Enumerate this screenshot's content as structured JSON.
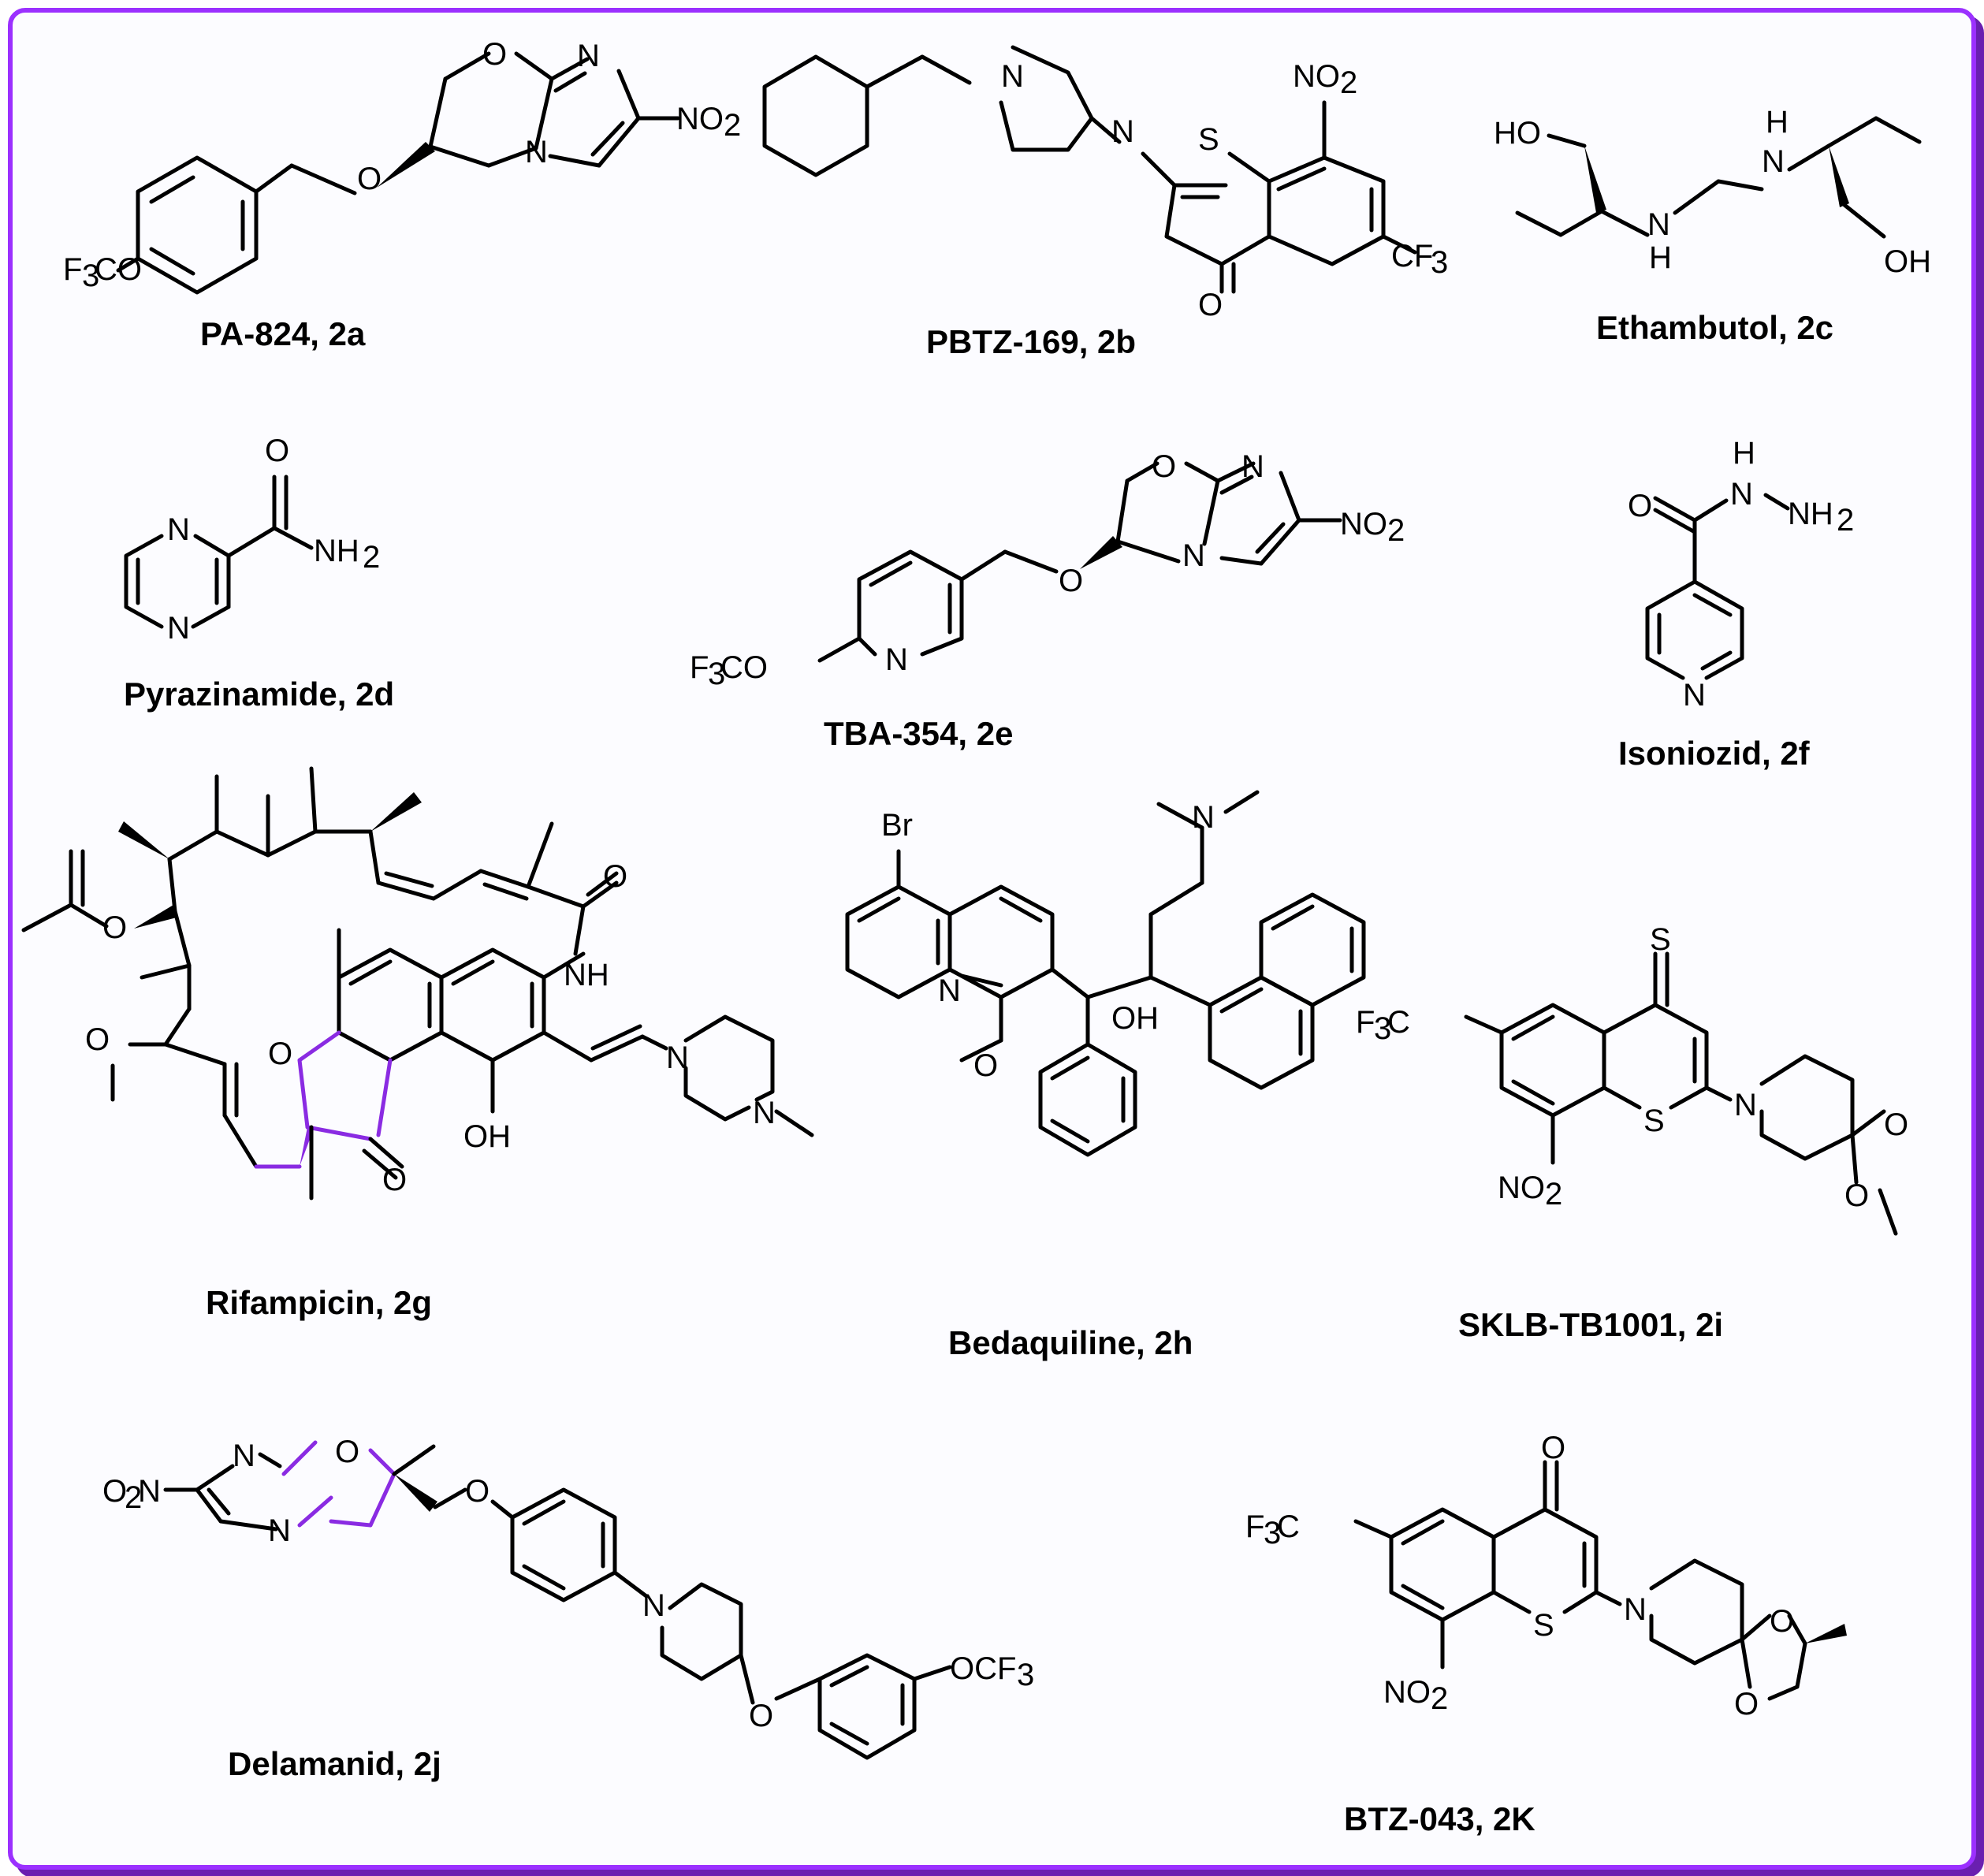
{
  "figure": {
    "captions": {
      "a": "PA-824, 2a",
      "b": "PBTZ-169, 2b",
      "c": "Ethambutol, 2c",
      "d": "Pyrazinamide, 2d",
      "e": "TBA-354, 2e",
      "f": "Isoniozid, 2f",
      "g": "Rifampicin, 2g",
      "h": "Bedaquiline, 2h",
      "i": "SKLB-TB1001, 2i",
      "j": "Delamanid, 2j",
      "k": "BTZ-043, 2K"
    },
    "accent_color": "#9B30FF",
    "highlight_color": "#8A2BE2"
  }
}
